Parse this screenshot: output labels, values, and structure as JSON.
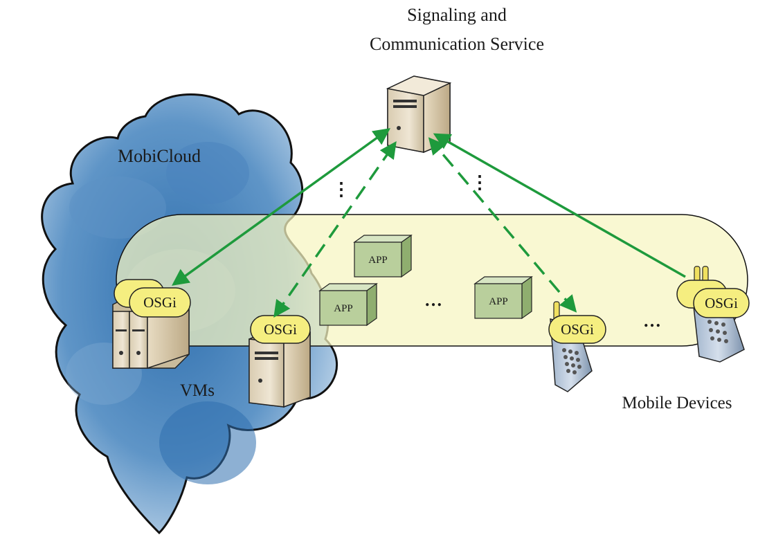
{
  "title": {
    "line1": "Signaling and",
    "line2": "Communication Service"
  },
  "labels": {
    "cloud": "MobiCloud",
    "vms": "VMs",
    "mobile_devices": "Mobile Devices"
  },
  "osgi": {
    "vm_left": "OSGi",
    "vm_right": "OSGi",
    "phone_mid": "OSGi",
    "phone_right": "OSGi"
  },
  "apps": {
    "app1": "APP",
    "app2": "APP",
    "app3": "APP"
  },
  "ellipses": {
    "horizontal": "…",
    "vertical": "⋮"
  },
  "colors": {
    "arrow_green": "#1e9a3c",
    "band_fill": "#f7f5c0",
    "osgi_fill": "#f5ee80",
    "app_fill": "#b9cf9c",
    "cloud_dark": "#3d7bb5",
    "cloud_light": "#dfeaf4",
    "server_beige": "#e6dcc8"
  }
}
